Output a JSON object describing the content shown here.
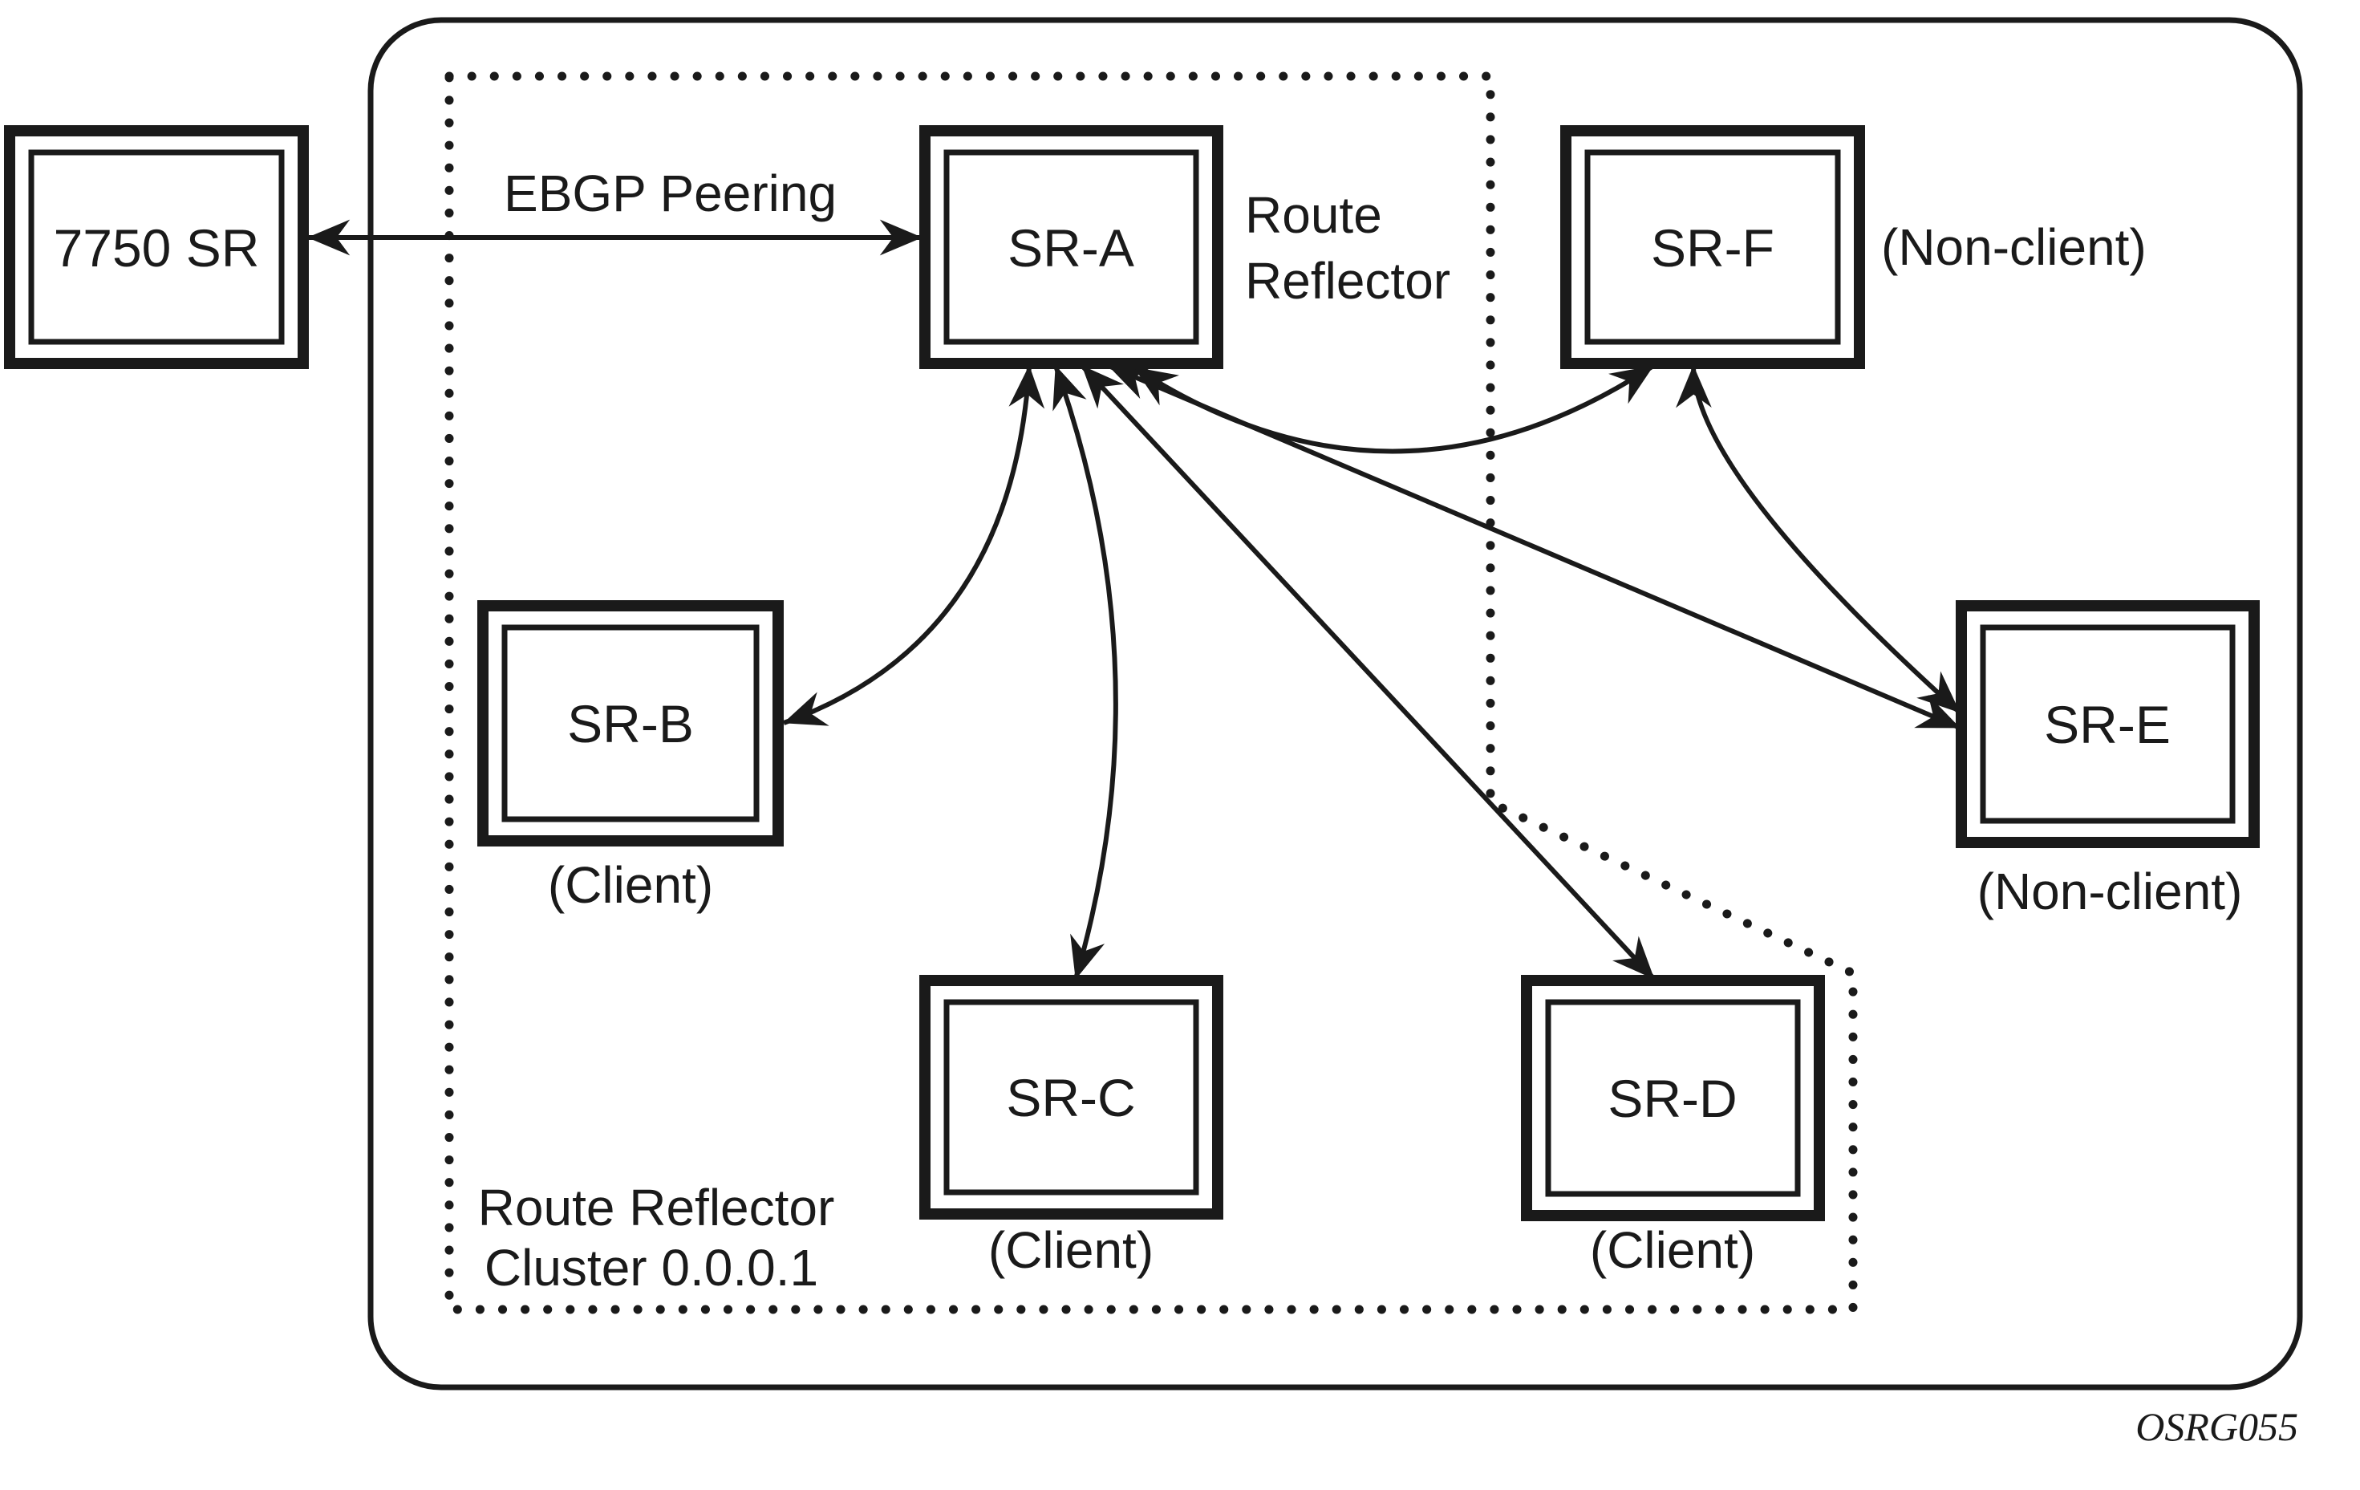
{
  "page": {
    "background": "#ffffff",
    "ink": "#1a1a1a"
  },
  "diagram": {
    "figure_code": "OSRG055",
    "external_router": {
      "label": "7750 SR"
    },
    "ebgp_link": {
      "label": "EBGP Peering"
    },
    "cluster": {
      "label_line1": "Route Reflector",
      "label_line2": "Cluster 0.0.0.1"
    },
    "nodes": {
      "sr_a": {
        "label": "SR-A",
        "annotation_line1": "Route",
        "annotation_line2": "Reflector"
      },
      "sr_b": {
        "label": "SR-B",
        "role": "(Client)"
      },
      "sr_c": {
        "label": "SR-C",
        "role": "(Client)"
      },
      "sr_d": {
        "label": "SR-D",
        "role": "(Client)"
      },
      "sr_e": {
        "label": "SR-E",
        "role": "(Non-client)"
      },
      "sr_f": {
        "label": "SR-F",
        "role": "(Non-client)"
      }
    },
    "connections": [
      {
        "from": "7750 SR",
        "to": "SR-A",
        "label": "EBGP Peering",
        "bidirectional": true,
        "type": "ebgp-peering"
      },
      {
        "from": "SR-A",
        "to": "SR-B",
        "bidirectional": true,
        "type": "ibgp-client"
      },
      {
        "from": "SR-A",
        "to": "SR-C",
        "bidirectional": true,
        "type": "ibgp-client"
      },
      {
        "from": "SR-A",
        "to": "SR-D",
        "bidirectional": true,
        "type": "ibgp-client"
      },
      {
        "from": "SR-A",
        "to": "SR-E",
        "bidirectional": true,
        "type": "ibgp-non-client"
      },
      {
        "from": "SR-A",
        "to": "SR-F",
        "bidirectional": true,
        "type": "ibgp-non-client"
      },
      {
        "from": "SR-F",
        "to": "SR-E",
        "bidirectional": true,
        "type": "ibgp-non-client"
      }
    ]
  }
}
